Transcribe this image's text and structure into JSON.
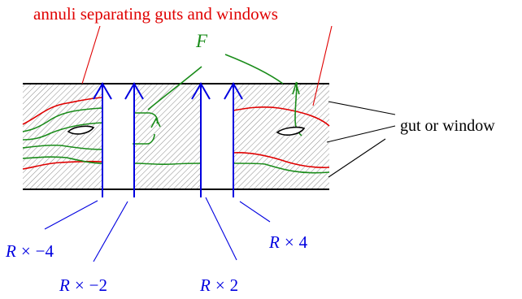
{
  "labels": {
    "annuli_caption": "annuli separating guts and windows",
    "foliation": "F",
    "gut_or_window": "gut or window",
    "r_neg4": {
      "r": "R",
      "times": "×",
      "n": "−4"
    },
    "r_neg2": {
      "r": "R",
      "times": "×",
      "n": "−2"
    },
    "r_pos2": {
      "r": "R",
      "times": "×",
      "n": "2"
    },
    "r_pos4": {
      "r": "R",
      "times": "×",
      "n": "4"
    }
  },
  "colors": {
    "annulus": "#e00000",
    "foliation": "#1a8c1a",
    "rectangle": "#0000e0",
    "boundary": "#000000",
    "hatch": "#777777"
  }
}
